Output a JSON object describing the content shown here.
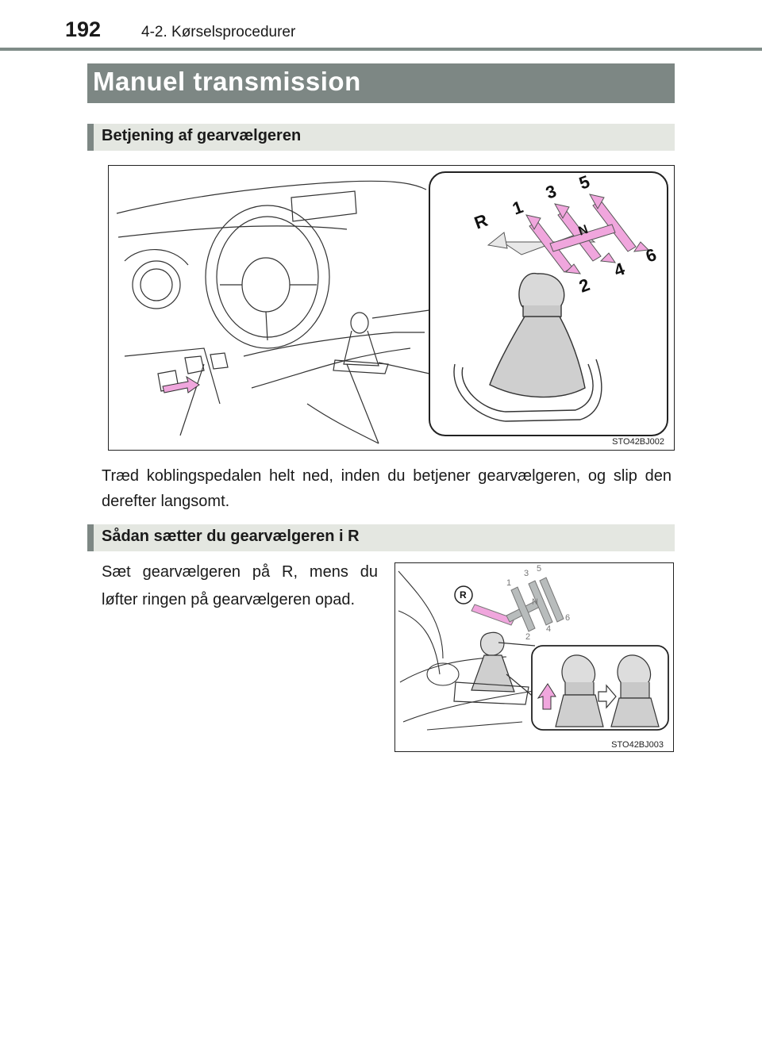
{
  "header": {
    "page_number": "192",
    "chapter": "4-2. Kørselsprocedurer"
  },
  "section": {
    "title": "Manuel transmission"
  },
  "subsections": [
    {
      "title": "Betjening af gearvælgeren",
      "figure_code": "STO42BJ002",
      "text": "Træd koblingspedalen helt ned, inden du betjener gearvælgeren, og slip den derefter langsomt."
    },
    {
      "title": "Sådan sætter du gearvælgeren i R",
      "figure_code": "STO42BJ003",
      "text": "Sæt gearvælgeren på R, mens du løfter ringen på gearvælgeren opad."
    }
  ],
  "gear_labels": [
    "R",
    "1",
    "2",
    "3",
    "4",
    "5",
    "6",
    "N"
  ],
  "colors": {
    "title_bar": "#7d8784",
    "sub_bar": "#e4e7e1",
    "arrow_pink": "#f0a6dd",
    "arrow_gray": "#b8bcbc"
  }
}
